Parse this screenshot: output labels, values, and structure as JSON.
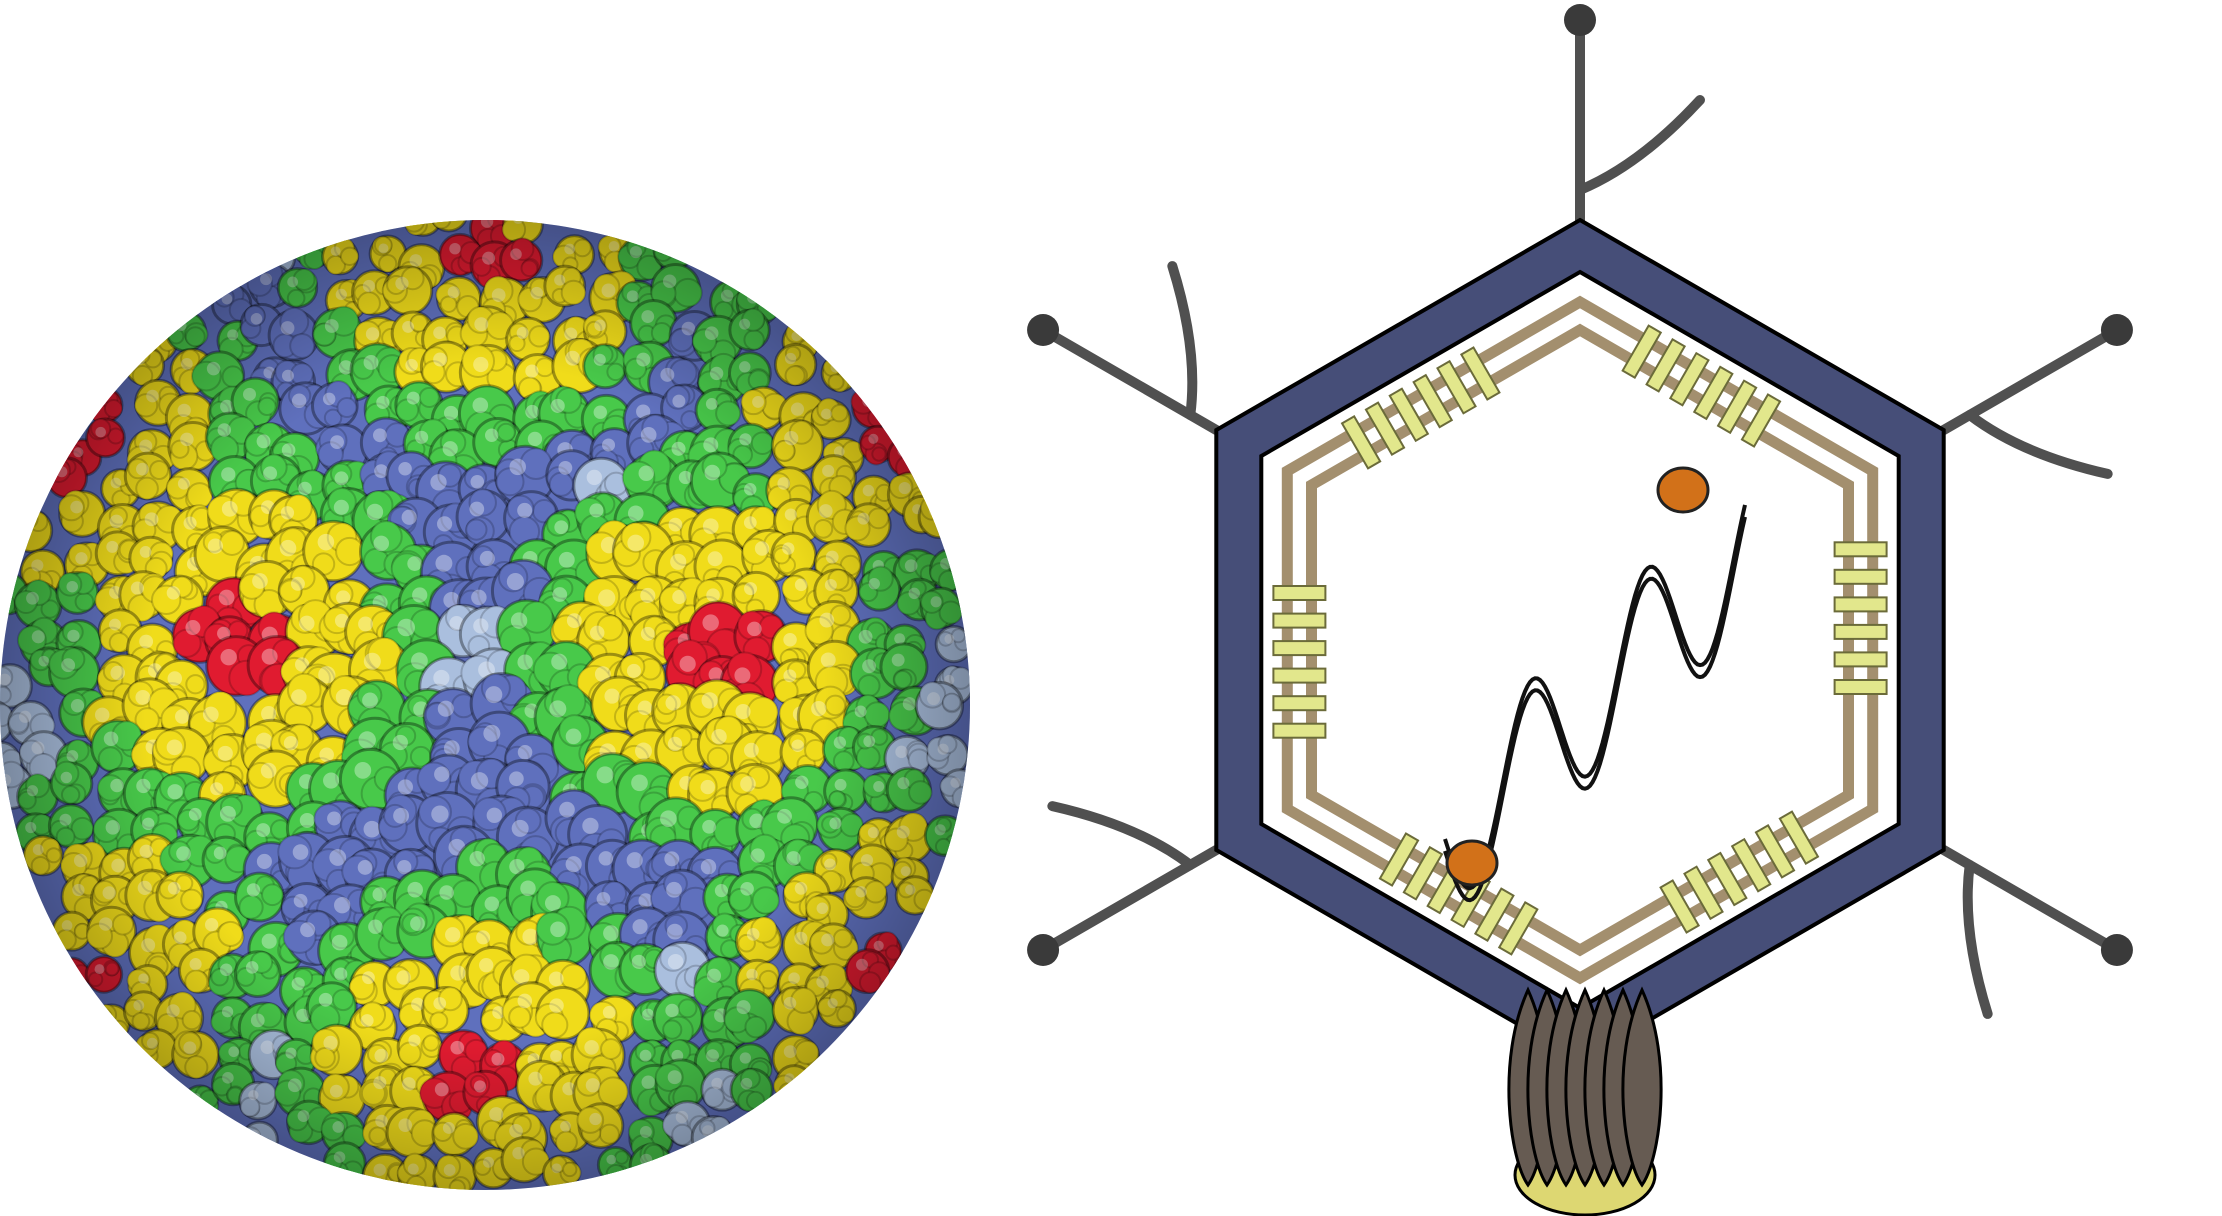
{
  "figure": {
    "panels": [
      {
        "id": "capsid-surface-render",
        "kind": "3D surface rendering"
      },
      {
        "id": "virion-schematic",
        "kind": "schematic diagram"
      }
    ],
    "colors": {
      "light_blue_protein": "#aabfde",
      "dark_blue_protein": "#5f70bd",
      "green_protein": "#48c94a",
      "yellow_protein": "#f0dc1a",
      "red_protein": "#e01b30",
      "capsid_shell": "#464e78",
      "membrane_layer": "#a38f6e",
      "membrane_protein": "#e2e78c",
      "spike": "#505050",
      "genome_strand": "#111111",
      "genome_terminal_protein": "#d27119",
      "portal_vertex": "#665b52",
      "portal_base": "#ddd772"
    },
    "schematic_elements": {
      "vertex_spikes": 6,
      "membrane_protein_groups": 6,
      "genome_ends": 2
    }
  }
}
